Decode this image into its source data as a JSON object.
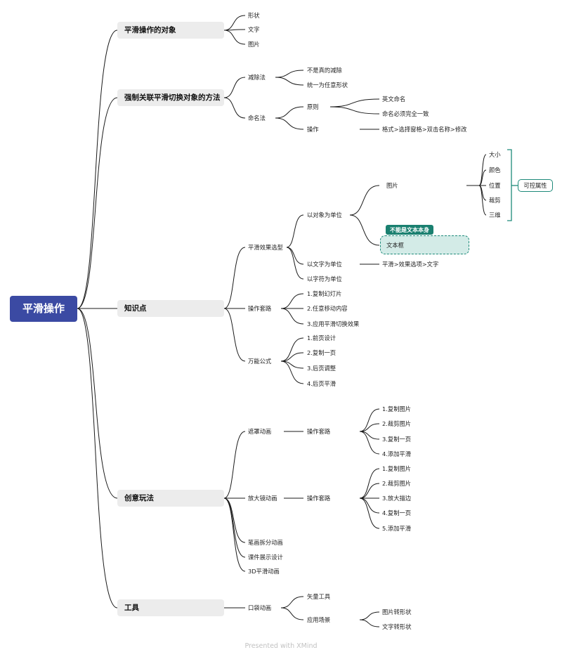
{
  "root": "平滑操作",
  "branches": {
    "objects": {
      "label": "平滑操作的对象",
      "children": [
        "形状",
        "文字",
        "图片"
      ]
    },
    "method": {
      "label": "强制关联平滑切换对象的方法",
      "subtract": {
        "label": "减除法",
        "children": [
          "不是真的减除",
          "统一为任意形状"
        ]
      },
      "naming": {
        "label": "命名法",
        "principle": {
          "label": "原则",
          "children": [
            "英文命名",
            "命名必须完全一致"
          ]
        },
        "operation": {
          "label": "操作",
          "detail": "格式>选择窗格>双击名称>修改"
        }
      }
    },
    "knowledge": {
      "label": "知识点",
      "effect": {
        "label": "平滑效果选型",
        "by_object": {
          "label": "以对象为单位",
          "picture": {
            "label": "图片",
            "children": [
              "大小",
              "颜色",
              "位置",
              "裁剪",
              "三维"
            ],
            "summary": "可控属性"
          },
          "textbox": {
            "label": "文本框",
            "note": "不能是文本本身"
          }
        },
        "by_word": {
          "label": "以文字为单位",
          "detail": "平滑>效果选项>文字"
        },
        "by_char": {
          "label": "以字符为单位"
        }
      },
      "routine": {
        "label": "操作套路",
        "children": [
          "1.复制幻灯片",
          "2.任意移动内容",
          "3.应用平滑切换效果"
        ]
      },
      "formula": {
        "label": "万能公式",
        "children": [
          "1.前页设计",
          "2.复制一页",
          "3.后页调整",
          "4.后页平滑"
        ]
      }
    },
    "creative": {
      "label": "创意玩法",
      "mask": {
        "label": "遮罩动画",
        "routine": "操作套路",
        "children": [
          "1.复制图片",
          "2.裁剪图片",
          "3.复制一页",
          "4.添加平滑"
        ]
      },
      "magnifier": {
        "label": "放大镜动画",
        "routine": "操作套路",
        "children": [
          "1.复制图片",
          "2.裁剪图片",
          "3.放大描边",
          "4.复制一页",
          "5.添加平滑"
        ]
      },
      "others": [
        "笔画拆分动画",
        "课件展示设计",
        "3D平滑动画"
      ]
    },
    "tools": {
      "label": "工具",
      "pocket": {
        "label": "口袋动画",
        "vector": {
          "label": "矢量工具"
        },
        "scenes": {
          "label": "应用场景",
          "children": [
            "图片转形状",
            "文字转形状"
          ]
        }
      }
    }
  },
  "footer": "Presented with XMind",
  "colors": {
    "root": "#3b4aa3",
    "main": "#ececec",
    "accent": "#1e8a7a",
    "tag": "#1a8070",
    "textbox": "#d3ebe7",
    "line": "#1a1a1a"
  }
}
